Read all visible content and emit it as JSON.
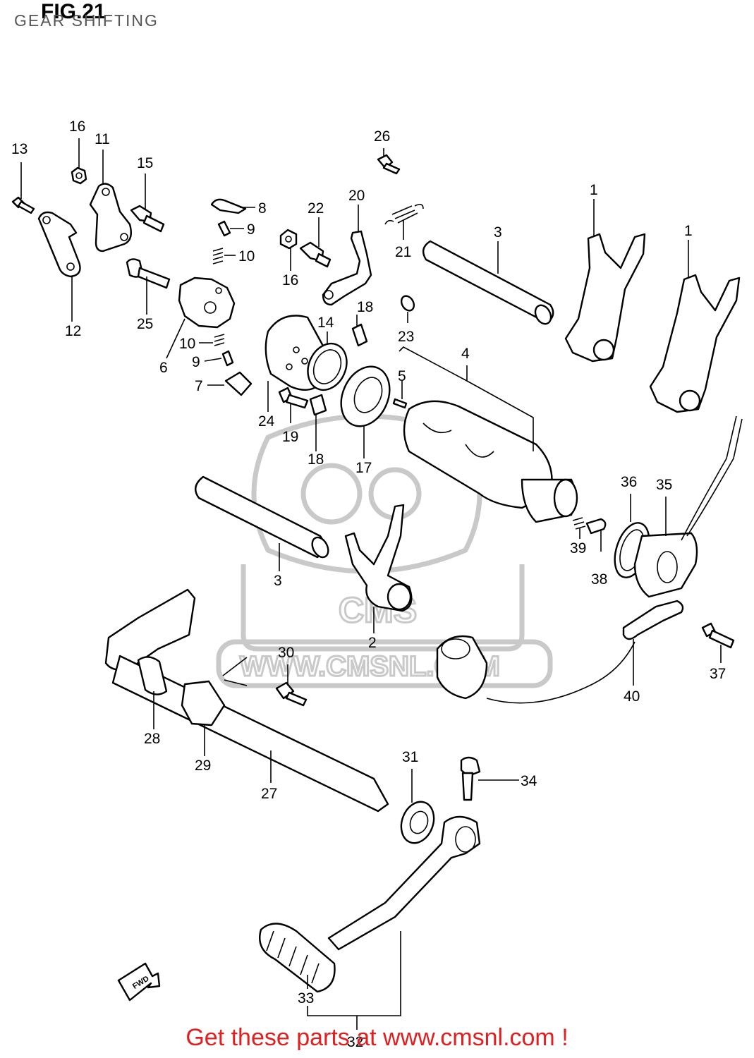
{
  "figure": {
    "title": "FIG.21",
    "subtitle": "GEAR SHIFTING"
  },
  "watermark": {
    "brand": "CMS",
    "url": "WWW.CMSNL.COM"
  },
  "direction_badge": "FWD",
  "callouts": [
    {
      "id": "c13",
      "label": "13"
    },
    {
      "id": "c16a",
      "label": "16"
    },
    {
      "id": "c11",
      "label": "11"
    },
    {
      "id": "c15",
      "label": "15"
    },
    {
      "id": "c12",
      "label": "12"
    },
    {
      "id": "c25",
      "label": "25"
    },
    {
      "id": "c8",
      "label": "8"
    },
    {
      "id": "c9a",
      "label": "9"
    },
    {
      "id": "c10a",
      "label": "10"
    },
    {
      "id": "c22",
      "label": "22"
    },
    {
      "id": "c16b",
      "label": "16"
    },
    {
      "id": "c26",
      "label": "26"
    },
    {
      "id": "c20",
      "label": "20"
    },
    {
      "id": "c21",
      "label": "21"
    },
    {
      "id": "c3a",
      "label": "3"
    },
    {
      "id": "c1a",
      "label": "1"
    },
    {
      "id": "c1b",
      "label": "1"
    },
    {
      "id": "c18a",
      "label": "18"
    },
    {
      "id": "c14",
      "label": "14"
    },
    {
      "id": "c23",
      "label": "23"
    },
    {
      "id": "c6",
      "label": "6"
    },
    {
      "id": "c10b",
      "label": "10"
    },
    {
      "id": "c9b",
      "label": "9"
    },
    {
      "id": "c7",
      "label": "7"
    },
    {
      "id": "c4",
      "label": "4"
    },
    {
      "id": "c5",
      "label": "5"
    },
    {
      "id": "c24",
      "label": "24"
    },
    {
      "id": "c19",
      "label": "19"
    },
    {
      "id": "c18b",
      "label": "18"
    },
    {
      "id": "c17",
      "label": "17"
    },
    {
      "id": "c36",
      "label": "36"
    },
    {
      "id": "c35",
      "label": "35"
    },
    {
      "id": "c39",
      "label": "39"
    },
    {
      "id": "c38",
      "label": "38"
    },
    {
      "id": "c3b",
      "label": "3"
    },
    {
      "id": "c2",
      "label": "2"
    },
    {
      "id": "c37",
      "label": "37"
    },
    {
      "id": "c30",
      "label": "30"
    },
    {
      "id": "c40",
      "label": "40"
    },
    {
      "id": "c28",
      "label": "28"
    },
    {
      "id": "c29",
      "label": "29"
    },
    {
      "id": "c27",
      "label": "27"
    },
    {
      "id": "c31",
      "label": "31"
    },
    {
      "id": "c34",
      "label": "34"
    },
    {
      "id": "c33",
      "label": "33"
    },
    {
      "id": "c32",
      "label": "32"
    }
  ],
  "footer": {
    "cta": "Get these parts at www.cmsnl.com !"
  }
}
